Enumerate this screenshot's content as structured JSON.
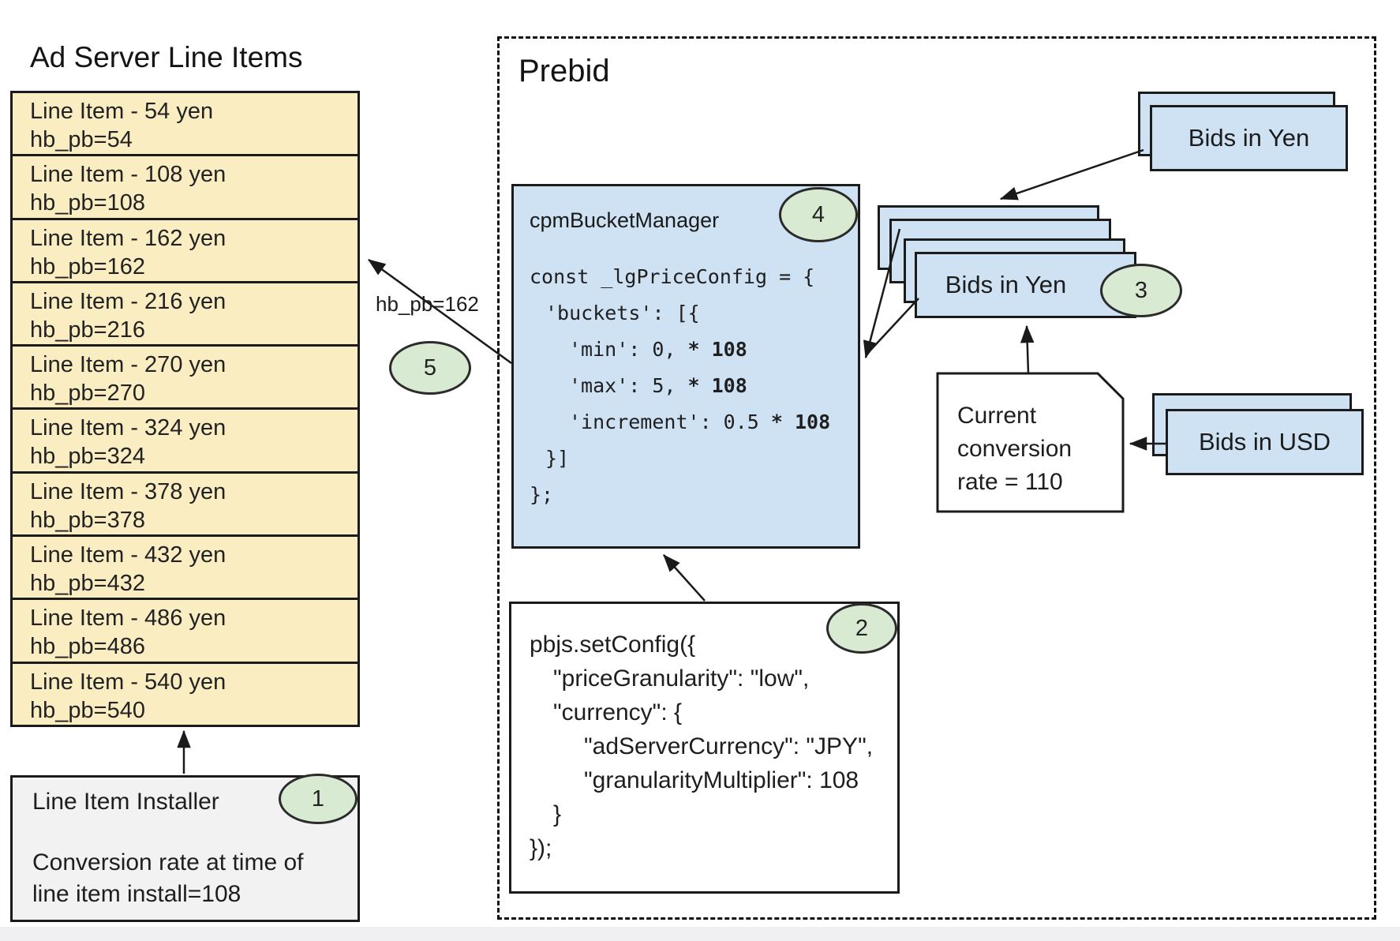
{
  "colors": {
    "card_blue": "#CFE2F3",
    "line_item_yellow": "#FBEDC2",
    "badge_green": "#D9EAD3",
    "installer_gray": "#F2F2F2",
    "border_dark": "#1B1B1B"
  },
  "left_panel": {
    "title": "Ad Server Line Items",
    "line_items": [
      {
        "label": "Line Item - 54 yen",
        "hb": "hb_pb=54"
      },
      {
        "label": "Line Item - 108 yen",
        "hb": "hb_pb=108"
      },
      {
        "label": "Line Item - 162 yen",
        "hb": "hb_pb=162"
      },
      {
        "label": "Line Item - 216 yen",
        "hb": "hb_pb=216"
      },
      {
        "label": "Line Item - 270 yen",
        "hb": "hb_pb=270"
      },
      {
        "label": "Line Item - 324 yen",
        "hb": "hb_pb=324"
      },
      {
        "label": "Line Item - 378 yen",
        "hb": "hb_pb=378"
      },
      {
        "label": "Line Item - 432 yen",
        "hb": "hb_pb=432"
      },
      {
        "label": "Line Item - 486 yen",
        "hb": "hb_pb=486"
      },
      {
        "label": "Line Item - 540 yen",
        "hb": "hb_pb=540"
      }
    ],
    "installer": {
      "title": "Line Item Installer",
      "badge": "1",
      "note_line1": "Conversion rate at time of",
      "note_line2": "line item install=108"
    }
  },
  "prebid": {
    "title": "Prebid",
    "cpm_bucket_manager": {
      "title": "cpmBucketManager",
      "badge": "4",
      "code": [
        {
          "text": "const _lgPriceConfig = {",
          "bold": ""
        },
        {
          "text": "'buckets': [{",
          "bold": ""
        },
        {
          "text": "'min': 0, ",
          "bold": "* 108"
        },
        {
          "text": "'max': 5, ",
          "bold": "* 108"
        },
        {
          "text": "'increment': 0.5 ",
          "bold": "* 108"
        },
        {
          "text": "}]",
          "bold": ""
        },
        {
          "text": "};",
          "bold": ""
        }
      ]
    },
    "set_config": {
      "badge": "2",
      "code": [
        "pbjs.setConfig({",
        "\"priceGranularity\": \"low\",",
        "\"currency\": {",
        "\"adServerCurrency\": \"JPY\",",
        "\"granularityMultiplier\": 108",
        "}",
        "});"
      ]
    },
    "bids_in_yen_incoming": {
      "label": "Bids in Yen"
    },
    "bids_in_yen_stack": {
      "label": "Bids in Yen",
      "badge": "3"
    },
    "bids_in_usd": {
      "label": "Bids in USD"
    },
    "conversion_note": {
      "line1": "Current",
      "line2": "conversion",
      "line3": "rate = 110"
    },
    "arrow_label": "hb_pb=162",
    "badge_5": "5"
  }
}
